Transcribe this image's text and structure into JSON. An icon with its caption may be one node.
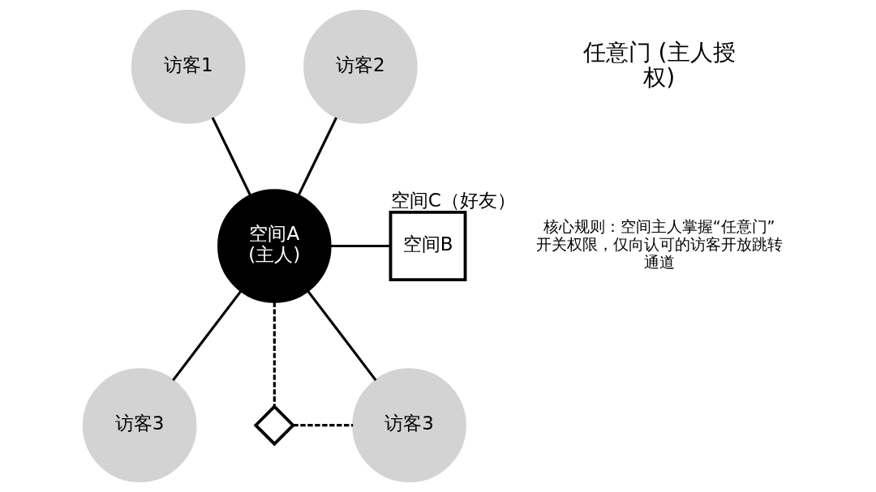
{
  "diagram": {
    "nodes": [
      {
        "text": [
          "访客1"
        ]
      },
      {
        "text": [
          "访客2"
        ]
      },
      {
        "text": [
          "空间A (主人)"
        ]
      },
      {
        "text": [
          "空间B"
        ],
        "beside": [
          "空间C（好友）"
        ]
      },
      {
        "text": [
          "访客3"
        ]
      },
      {
        "text": [],
        "shape": "diamond"
      },
      {
        "text": [
          "访客3"
        ]
      }
    ],
    "edges": [
      {
        "from": 0,
        "to": 2,
        "arrow": "none"
      },
      {
        "from": 1,
        "to": 2,
        "arrow": "none"
      },
      {
        "from": 2,
        "to": 3,
        "arrow": "none"
      },
      {
        "from": 2,
        "to": 4,
        "arrow": "none"
      },
      {
        "from": 2,
        "to": 6,
        "arrow": "none"
      },
      {
        "from": 2,
        "to": 5,
        "arrow": "none",
        "style": "dashed"
      },
      {
        "from": 5,
        "to": 6,
        "arrow": "none",
        "style": "dashed"
      }
    ],
    "labels": [
      "任意门 (主人授权)",
      "核心规则：空间主人掌握“任意门”开关权限，仅向认可的访客开放跳转通道"
    ]
  }
}
